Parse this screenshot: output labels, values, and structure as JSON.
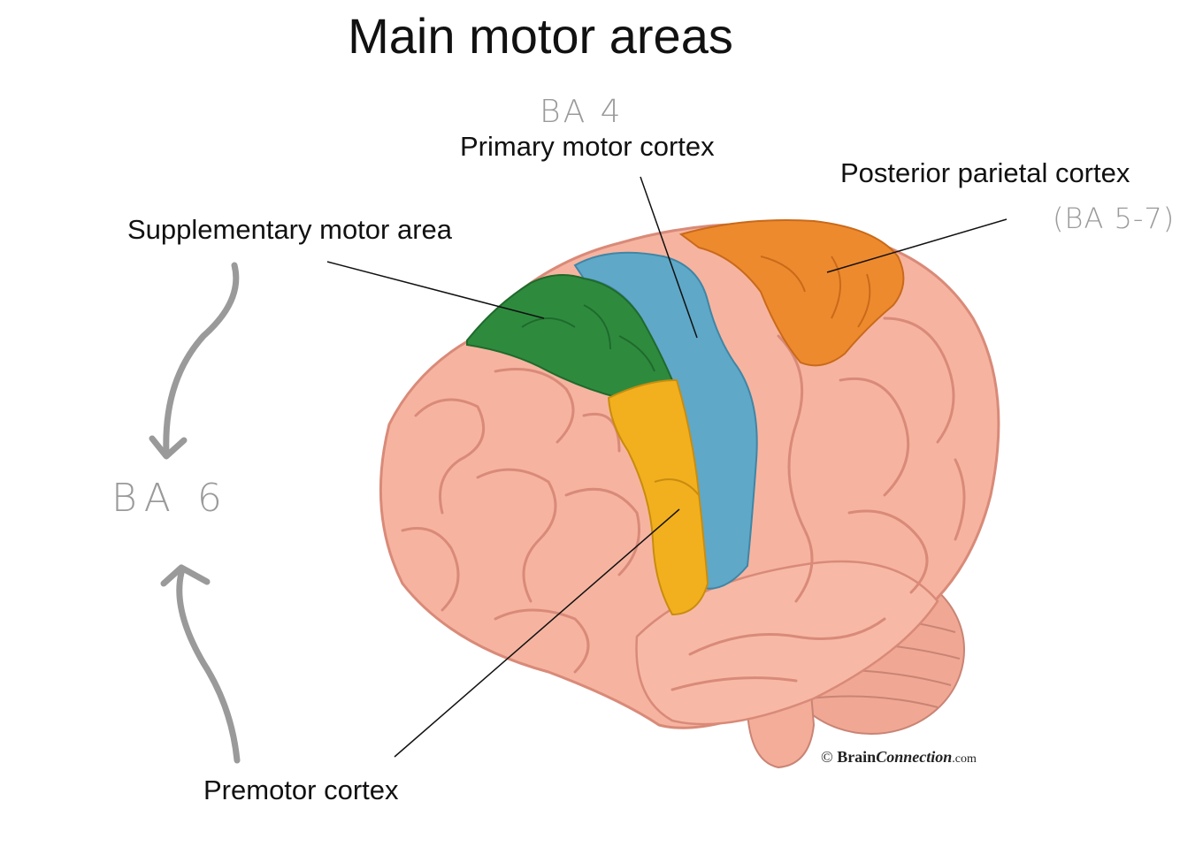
{
  "title": "Main motor areas",
  "labels": {
    "supplementary_motor_area": "Supplementary motor area",
    "primary_motor_cortex": "Primary motor cortex",
    "posterior_parietal_cortex": "Posterior parietal cortex",
    "premotor_cortex": "Premotor cortex"
  },
  "handwritten": {
    "ba4": "BA 4",
    "ba5_7": "(BA 5-7)",
    "ba6": "BA 6"
  },
  "credit": {
    "copyright": "©",
    "brand": "Brain",
    "brand_italic": "Connection",
    "tld": ".com"
  },
  "colors": {
    "brain": "#f6b4a0",
    "brain_shadow": "#d98a78",
    "supplementary_motor_area": "#2e8b3e",
    "primary_motor_cortex": "#5fa8c8",
    "premotor_cortex": "#f2b01e",
    "posterior_parietal_cortex": "#ee8a2e",
    "handwriting": "#9a9a9a"
  }
}
